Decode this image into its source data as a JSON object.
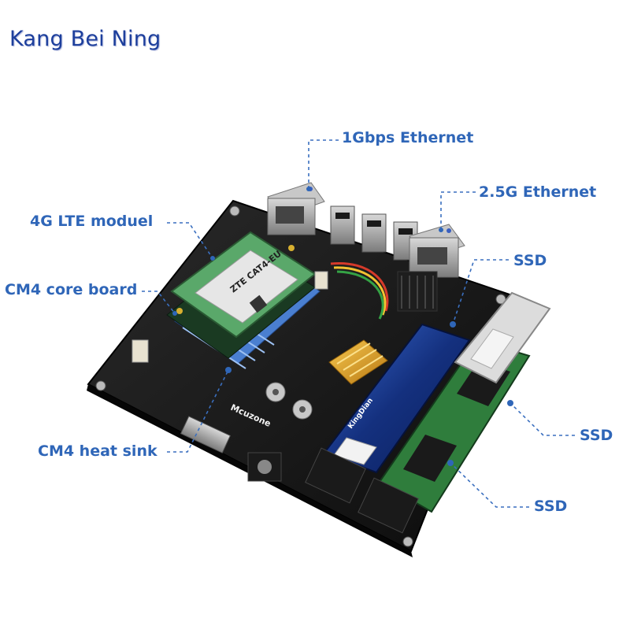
{
  "brand": "Kang Bei Ning",
  "labels": {
    "gbe_1": "1Gbps Ethernet",
    "gbe_25": "2.5G Ethernet",
    "ssd_top": "SSD",
    "ssd_middle": "SSD",
    "ssd_bottom": "SSD",
    "lte": "4G LTE moduel",
    "cm4_core": "CM4 core board",
    "cm4_heatsink": "CM4 heat sink"
  },
  "board_markings": {
    "lte_module": "ZTE CAT4-EU",
    "board_brand": "Mcuzone",
    "ssd_brand": "KingDian"
  },
  "colors": {
    "label_blue": "#2f66b8",
    "brand_blue": "#1d3f9c",
    "board_black": "#141414",
    "lte_pcb_green": "#5aa86a",
    "ssd_blue": "#1c3f9a",
    "ssd_green": "#2f7d3c",
    "heatsink_gold": "#e0a020",
    "cm4_sink_blue": "#4a7fd0"
  }
}
